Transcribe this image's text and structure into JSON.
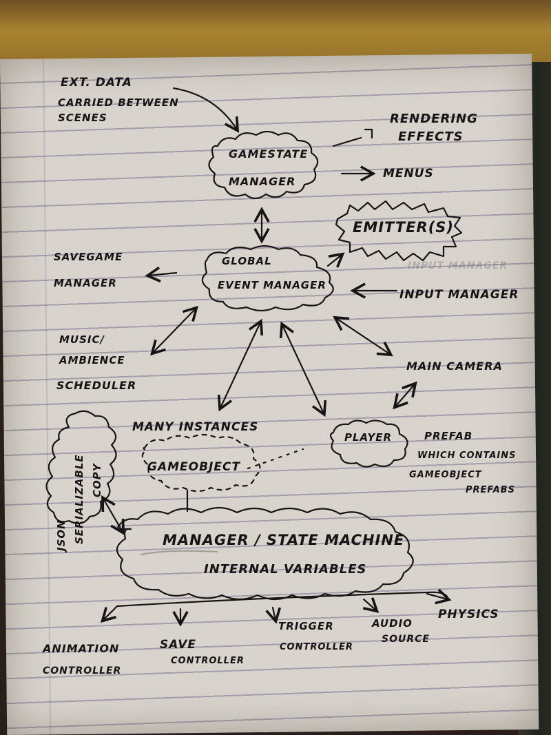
{
  "labels": {
    "ext_data_1": "Ext. Data",
    "ext_data_2": "Carried Between",
    "ext_data_3": "Scenes",
    "rendering_1": "Rendering",
    "rendering_2": "Effects",
    "gamestate_1": "Gamestate",
    "gamestate_2": "Manager",
    "menus": "Menus",
    "emitters": "Emitter(s)",
    "global_1": "Global",
    "global_2": "Event Manager",
    "savegame_1": "Savegame",
    "savegame_2": "Manager",
    "input_manager": "Input Manager",
    "input_manager_faint": "Input Manager",
    "music_1": "Music/",
    "music_2": "Ambience",
    "music_3": "Scheduler",
    "main_camera": "Main Camera",
    "many_instances": "Many Instances",
    "gameobject": "GameObject",
    "player": "Player",
    "prefab_1": "Prefab",
    "prefab_2": "Which Contains",
    "prefab_3": "GameObject",
    "prefab_4": "Prefabs",
    "json_1": "JSON",
    "json_2": "Serializable",
    "json_3": "Copy",
    "state_machine": "Manager / State Machine",
    "internal_vars": "Internal Variables",
    "animation_1": "Animation",
    "animation_2": "Controller",
    "save_1": "Save",
    "save_2": "Controller",
    "trigger_1": "Trigger",
    "trigger_2": "Controller",
    "audio_1": "Audio",
    "audio_2": "Source",
    "physics": "Physics"
  }
}
